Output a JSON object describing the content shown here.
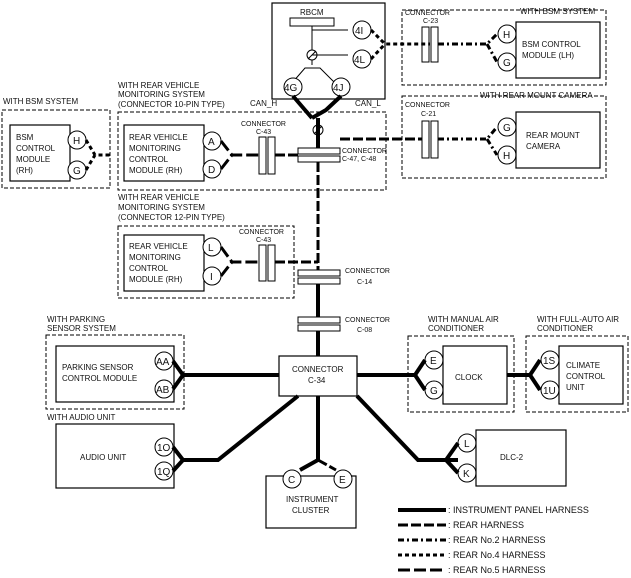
{
  "title_rbcm": "RBCM",
  "can_h": "CAN_H",
  "can_l": "CAN_L",
  "pins": {
    "rbcm_4i": "4I",
    "rbcm_4l": "4L",
    "rbcm_4g": "4G",
    "rbcm_4j": "4J",
    "bsm_lh_h": "H",
    "bsm_lh_g": "G",
    "bsm_rh_h": "H",
    "bsm_rh_g": "G",
    "rvm10_a": "A",
    "rvm10_d": "D",
    "rvm12_l": "L",
    "rvm12_i": "I",
    "cam_g": "G",
    "cam_h": "H",
    "psc_aa": "AA",
    "psc_ab": "AB",
    "audio_1o": "1O",
    "audio_1q": "1Q",
    "cluster_c": "C",
    "cluster_e": "E",
    "clock_e": "E",
    "clock_g": "G",
    "climate_1s": "1S",
    "climate_1u": "1U",
    "dlc_l": "L",
    "dlc_k": "K"
  },
  "headers": {
    "bsm_lh": "WITH BSM SYSTEM",
    "bsm_rh": "WITH BSM SYSTEM",
    "rvm10_line1": "WITH REAR VEHICLE",
    "rvm10_line2": "MONITORING SYSTEM",
    "rvm10_line3": "(CONNECTOR 10-PIN TYPE)",
    "rvm12_line1": "WITH REAR VEHICLE",
    "rvm12_line2": "MONITORING SYSTEM",
    "rvm12_line3": "(CONNECTOR 12-PIN TYPE)",
    "camera": "WITH REAR MOUNT CAMERA",
    "parking_line1": "WITH PARKING",
    "parking_line2": "SENSOR SYSTEM",
    "audio": "WITH AUDIO UNIT",
    "manual_ac_line1": "WITH MANUAL AIR",
    "manual_ac_line2": "CONDITIONER",
    "auto_ac_line1": "WITH FULL-AUTO AIR",
    "auto_ac_line2": "CONDITIONER"
  },
  "modules": {
    "bsm_lh_line1": "BSM CONTROL",
    "bsm_lh_line2": "MODULE (LH)",
    "bsm_rh_line1": "BSM",
    "bsm_rh_line2": "CONTROL",
    "bsm_rh_line3": "MODULE",
    "bsm_rh_line4": "(RH)",
    "rvm10_line1": "REAR VEHICLE",
    "rvm10_line2": "MONITORING",
    "rvm10_line3": "CONTROL",
    "rvm10_line4": "MODULE (RH)",
    "rvm12_line1": "REAR VEHICLE",
    "rvm12_line2": "MONITORING",
    "rvm12_line3": "CONTROL",
    "rvm12_line4": "MODULE (RH)",
    "camera_line1": "REAR MOUNT",
    "camera_line2": "CAMERA",
    "parking_line1": "PARKING SENSOR",
    "parking_line2": "CONTROL MODULE",
    "audio": "AUDIO UNIT",
    "cluster_line1": "INSTRUMENT",
    "cluster_line2": "CLUSTER",
    "clock": "CLOCK",
    "climate_line1": "CLIMATE",
    "climate_line2": "CONTROL",
    "climate_line3": "UNIT",
    "dlc": "DLC-2"
  },
  "connectors": {
    "c23_label": "CONNECTOR",
    "c23_id": "C-23",
    "c21_label": "CONNECTOR",
    "c21_id": "C-21",
    "c43a_label": "CONNECTOR",
    "c43a_id": "C-43",
    "c43b_label": "CONNECTOR",
    "c43b_id": "C-43",
    "c4748_label": "CONNECTOR",
    "c4748_id": "C-47, C-48",
    "c14_label": "CONNECTOR",
    "c14_id": "C-14",
    "c08_label": "CONNECTOR",
    "c08_id": "C-08",
    "c34_label": "CONNECTOR",
    "c34_id": "C-34"
  },
  "legend": [
    ": INSTRUMENT PANEL HARNESS",
    ": REAR HARNESS",
    ": REAR No.2 HARNESS",
    ": REAR No.4 HARNESS",
    ": REAR No.5 HARNESS"
  ]
}
